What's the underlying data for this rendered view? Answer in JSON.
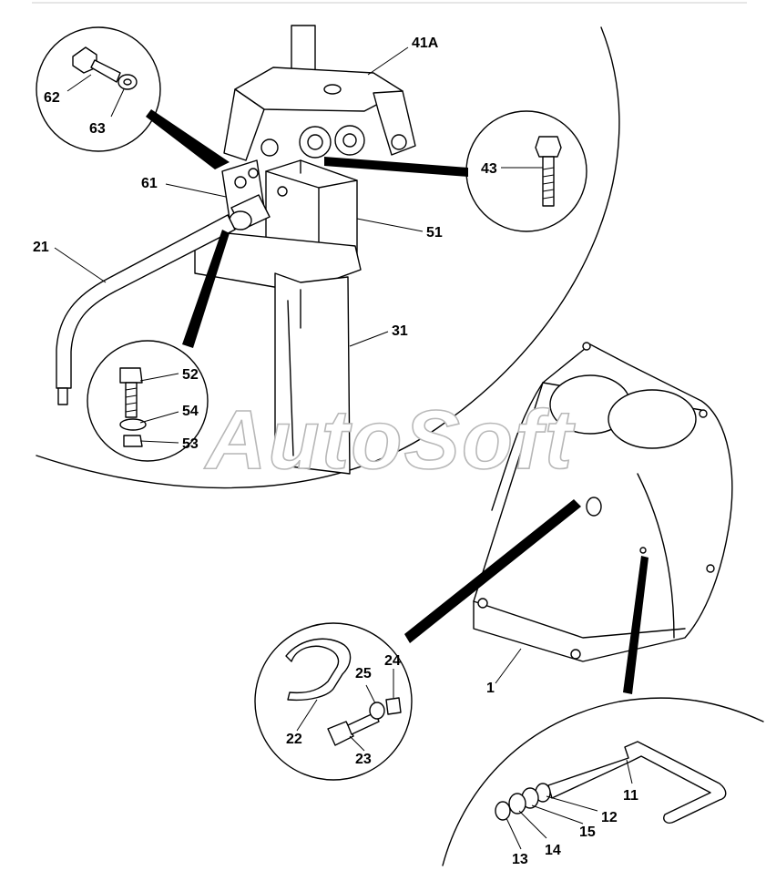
{
  "watermark": "AutoSoft",
  "colors": {
    "line": "#000000",
    "background": "#ffffff",
    "watermark_outline": "#b8b8b8",
    "top_rule": "#cccccc"
  },
  "labels": {
    "l41A": "41A",
    "l62": "62",
    "l63": "63",
    "l43": "43",
    "l61": "61",
    "l51": "51",
    "l21": "21",
    "l31": "31",
    "l52": "52",
    "l54": "54",
    "l53": "53",
    "l1": "1",
    "l25": "25",
    "l24": "24",
    "l22": "22",
    "l23": "23",
    "l11": "11",
    "l12": "12",
    "l15": "15",
    "l14": "14",
    "l13": "13"
  }
}
